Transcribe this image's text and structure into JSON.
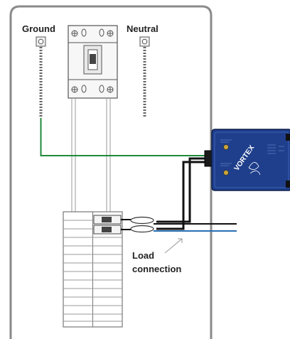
{
  "labels": {
    "ground": "Ground",
    "neutral": "Neutral",
    "load_line1": "Load",
    "load_line2": "connection"
  },
  "device": {
    "brand_text": "VORTEX",
    "indicator_colors": [
      "#c9a43a",
      "#c9a43a"
    ]
  },
  "colors": {
    "ground_wire": "#1f8a3a",
    "neutral_wire": "#2a6fb3",
    "hot_wire": "#111111",
    "device_body": "#1f3f8c",
    "panel_outline": "#8a8a8a"
  }
}
